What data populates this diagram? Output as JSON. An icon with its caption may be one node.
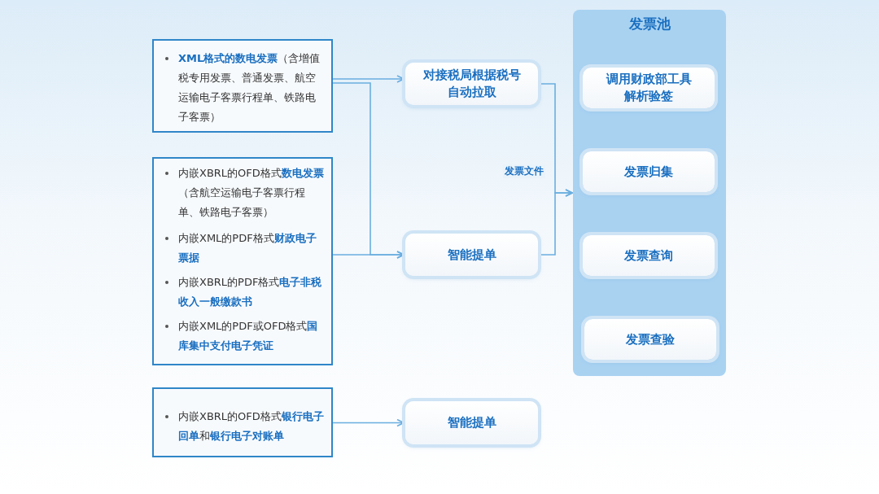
{
  "diagram": {
    "nodes": [
      {
        "text": [
          "**XML格式的数电发票**（含增值税专用发票、普通发票、航空运输电子客票行程单、铁路电子客票）"
        ]
      },
      {
        "text": [
          "内嵌XBRL的OFD格式**数电发票**（含航空运输电子客票行程单、铁路电子客票）",
          "内嵌XML的PDF格式**财政电子票据**",
          "内嵌XBRL的PDF格式**电子非税收入一般缴款书**",
          "内嵌XML的PDF或OFD格式**国库集中支付电子凭证**"
        ]
      },
      {
        "text": [
          "内嵌XBRL的OFD格式**银行电子回单**和**银行电子对账单**"
        ]
      },
      {
        "text": [
          "对接税局根据税号自动拉取"
        ]
      },
      {
        "text": [
          "智能提单"
        ]
      },
      {
        "text": [
          "发票池"
        ]
      },
      {
        "text": [
          "调用财政部工具解析验签"
        ],
        "in": 5
      },
      {
        "text": [
          "发票归集"
        ],
        "in": 5
      },
      {
        "text": [
          "发票查询"
        ],
        "in": 5
      },
      {
        "text": [
          "发票查验"
        ],
        "in": 5
      },
      {
        "text": [
          "智能提单"
        ]
      }
    ],
    "edges": [
      {
        "from": 0,
        "to": 3,
        "arrow": "to"
      },
      {
        "from": 0,
        "to": 4,
        "arrow": "to"
      },
      {
        "from": 1,
        "to": 4,
        "arrow": "to"
      },
      {
        "from": 2,
        "to": 10,
        "arrow": "to"
      },
      {
        "from": 3,
        "to": 5,
        "arrow": "to",
        "label": "发票文件"
      },
      {
        "from": 4,
        "to": 5,
        "arrow": "to"
      }
    ]
  }
}
